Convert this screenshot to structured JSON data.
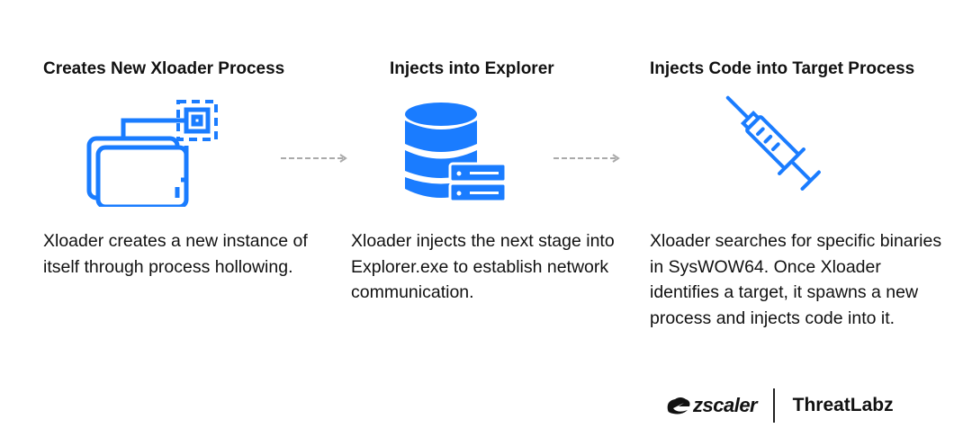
{
  "steps": [
    {
      "title": "Creates New Xloader Process",
      "text": "Xloader creates a new instance of itself through process hollowing.",
      "icon": "windows-process-icon"
    },
    {
      "title": "Injects into Explorer",
      "text": "Xloader injects the next stage into Explorer.exe to establish network communication.",
      "icon": "database-server-icon"
    },
    {
      "title": "Injects Code into Target Process",
      "text": "Xloader searches for specific binaries in SysWOW64. Once Xloader identifies a target, it spawns a new process and injects code into it.",
      "icon": "syringe-icon"
    }
  ],
  "footer": {
    "brand": "zscaler",
    "lab": "ThreatLabz"
  },
  "colors": {
    "accent": "#1a7cff",
    "arrow": "#aaaaaa"
  }
}
